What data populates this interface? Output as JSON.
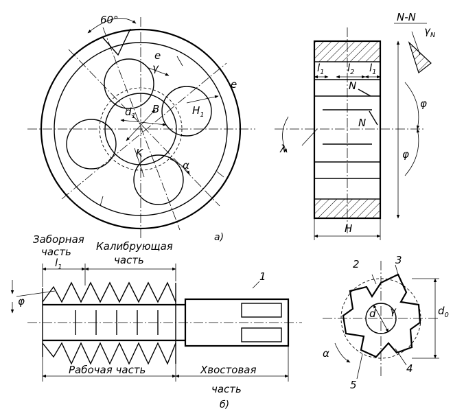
{
  "view_a": {
    "caption": "а)",
    "angle_60": "60°",
    "e_top": "e",
    "gamma": "γ",
    "e_right": "e",
    "H1": "H",
    "H1_sub": "1",
    "d1": "d",
    "d1_sub": "1",
    "B": "B",
    "K": "K",
    "alpha": "α"
  },
  "view_a_side": {
    "section": "N-N",
    "gamma_N": "γ",
    "gamma_N_sub": "N",
    "l1_left": "l",
    "l1_left_sub": "1",
    "l2": "l",
    "l2_sub": "2",
    "l1_right": "l",
    "l1_right_sub": "1",
    "N_top": "N",
    "N_mid": "N",
    "phi_top": "φ",
    "phi_bottom": "φ",
    "lambda": "λ",
    "H": "H"
  },
  "view_b": {
    "caption": "б)",
    "zabornaya_1": "Заборная",
    "zabornaya_2": "часть",
    "l1": "l",
    "l1_sub": "1",
    "kalibr_1": "Калибрующая",
    "kalibr_2": "часть",
    "phi": "φ",
    "num_1": "1",
    "rabochaya": "Рабочая часть",
    "hvost_1": "Хвостовая",
    "hvost_2": "часть"
  },
  "view_b_section": {
    "num_2": "2",
    "num_3": "3",
    "num_4": "4",
    "num_5": "5",
    "d": "d",
    "gamma": "γ",
    "alpha": "α",
    "d0": "d",
    "d0_sub": "0"
  }
}
